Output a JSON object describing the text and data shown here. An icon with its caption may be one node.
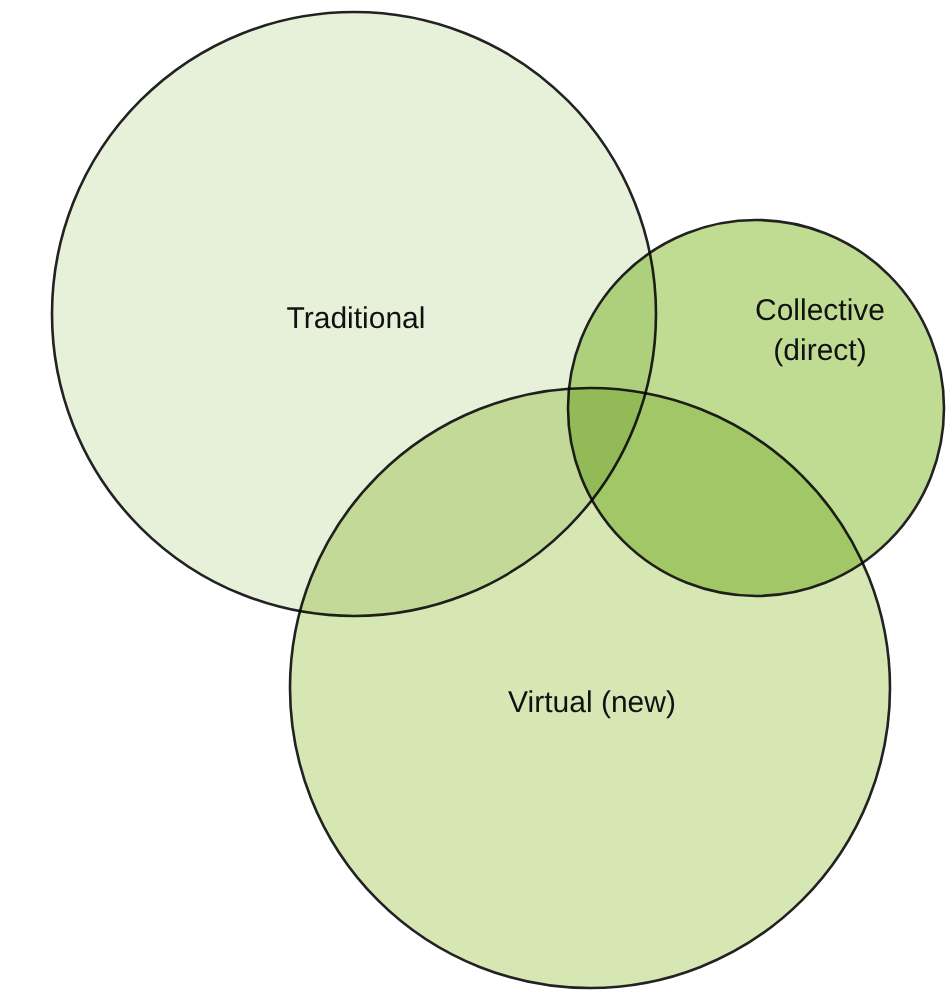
{
  "diagram": {
    "nodes": [
      {
        "text": [
          "Traditional"
        ]
      },
      {
        "text": [
          "Collective (direct)"
        ]
      },
      {
        "text": [
          "Virtual (new)"
        ]
      }
    ]
  }
}
